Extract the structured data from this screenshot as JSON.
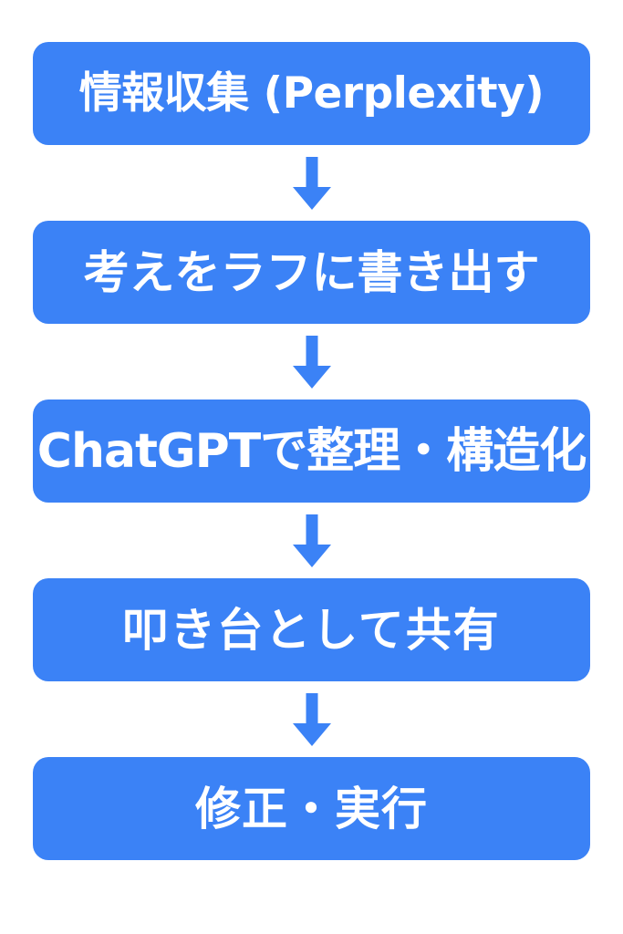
{
  "diagram": {
    "type": "vertical-flowchart",
    "background_color": "#ffffff",
    "box_color": "#3b82f6",
    "text_color": "#ffffff",
    "arrow_color": "#3b82f6",
    "steps": [
      {
        "id": "step-1",
        "label": "情報収集 (Perplexity)"
      },
      {
        "id": "step-2",
        "label": "考えをラフに書き出す"
      },
      {
        "id": "step-3",
        "label": "ChatGPTで整理・構造化"
      },
      {
        "id": "step-4",
        "label": "叩き台として共有"
      },
      {
        "id": "step-5",
        "label": "修正・実行"
      }
    ],
    "connectors": [
      {
        "id": "arrow-1",
        "icon": "arrow-down-icon",
        "from": "step-1",
        "to": "step-2"
      },
      {
        "id": "arrow-2",
        "icon": "arrow-down-icon",
        "from": "step-2",
        "to": "step-3"
      },
      {
        "id": "arrow-3",
        "icon": "arrow-down-icon",
        "from": "step-3",
        "to": "step-4"
      },
      {
        "id": "arrow-4",
        "icon": "arrow-down-icon",
        "from": "step-4",
        "to": "step-5"
      }
    ]
  }
}
